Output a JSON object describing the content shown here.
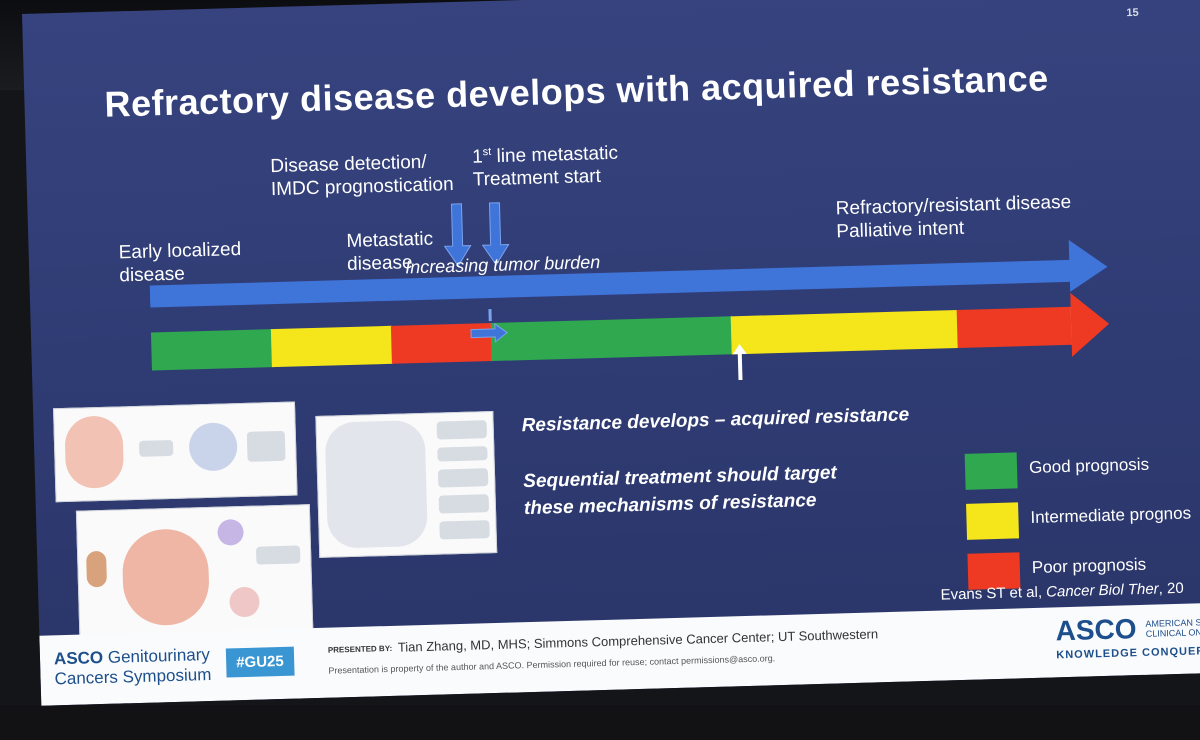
{
  "slide": {
    "number": "15",
    "title": "Refractory disease develops with acquired resistance"
  },
  "timeline": {
    "early": [
      "Early localized",
      "disease"
    ],
    "detection": [
      "Disease detection/",
      "IMDC prognostication"
    ],
    "first_line": {
      "line1_num": "1",
      "line1_sup": "st",
      "line1_rest": " line metastatic",
      "line2": "Treatment start"
    },
    "metastatic": [
      "Metastatic",
      "disease"
    ],
    "refractory": [
      "Refractory/resistant disease",
      "Palliative intent"
    ],
    "burden": "Increasing tumor burden"
  },
  "progress_segments": [
    {
      "status": "good",
      "color": "#2fa84f"
    },
    {
      "status": "intermediate",
      "color": "#f4e61a"
    },
    {
      "status": "poor",
      "color": "#ee3a23"
    },
    {
      "status": "good",
      "color": "#2fa84f"
    },
    {
      "status": "intermediate",
      "color": "#f4e61a"
    },
    {
      "status": "poor",
      "color": "#ee3a23"
    }
  ],
  "colors": {
    "good": "#2fa84f",
    "intermediate": "#f4e61a",
    "poor": "#ee3a23",
    "timeline_arrow": "#3f74d9"
  },
  "statements": {
    "resistance": "Resistance develops – acquired resistance",
    "sequential": [
      "Sequential treatment should target",
      "these mechanisms of resistance"
    ]
  },
  "legend": [
    {
      "label": "Good prognosis",
      "color": "#2fa84f"
    },
    {
      "label": "Intermediate prognos",
      "color": "#f4e61a"
    },
    {
      "label": "Poor prognosis",
      "color": "#ee3a23"
    }
  ],
  "citation": {
    "authors": "Evans ST et al, ",
    "journal": "Cancer Biol Ther",
    "year": ", 20"
  },
  "footer": {
    "meeting_line1_brand": "ASCO",
    "meeting_line1_rest": " Genitourinary",
    "meeting_line2": "Cancers Symposium",
    "hashtag": "#GU25",
    "presented_by": "PRESENTED BY:",
    "presenter": "Tian Zhang, MD, MHS; Simmons Comprehensive Cancer Center; UT Southwestern",
    "disclaimer": "Presentation is property of the author and ASCO. Permission required for reuse; contact permissions@asco.org.",
    "logo": "ASCO",
    "logo_sub1": "AMERICAN SOCIETY",
    "logo_sub2": "CLINICAL ONCOLOG",
    "logo_tagline": "KNOWLEDGE CONQUERS CANC"
  }
}
